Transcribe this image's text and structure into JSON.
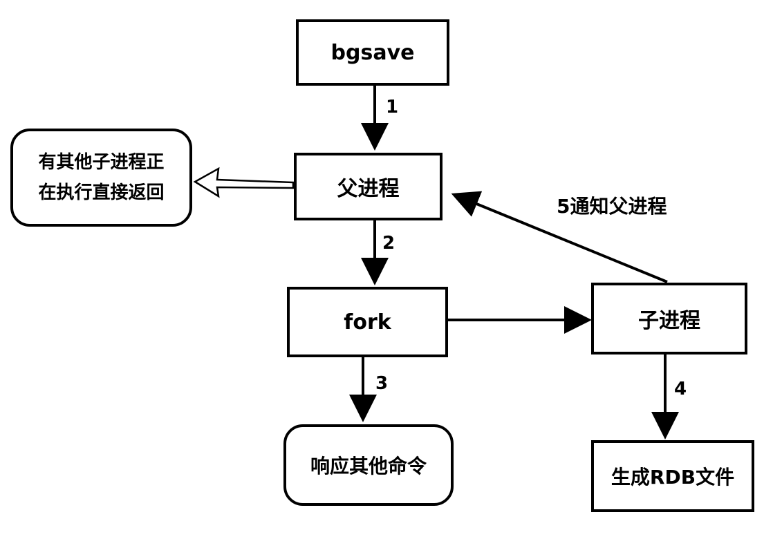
{
  "nodes": {
    "bgsave": "bgsave",
    "parent": "父进程",
    "fork": "fork",
    "child": "子进程",
    "respond": "响应其他命令",
    "rdb": "生成RDB文件",
    "other_running": [
      "有其他子进程正",
      "在执行直接返回"
    ]
  },
  "edges": {
    "e1": "1",
    "e2": "2",
    "e3": "3",
    "e4": "4",
    "e5": "5通知父进程"
  }
}
